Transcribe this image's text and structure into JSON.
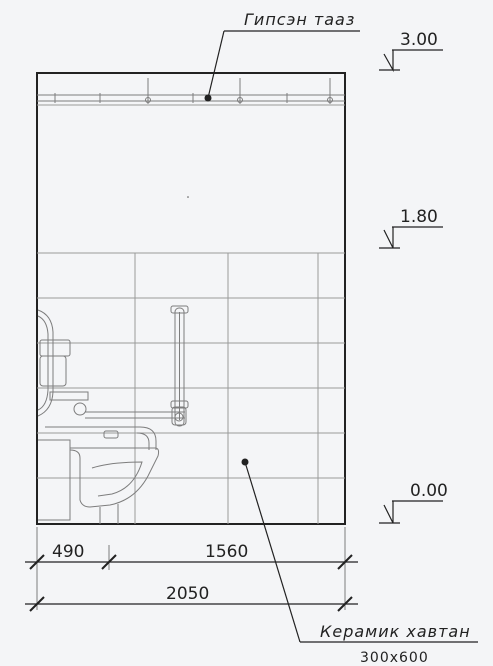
{
  "labels": {
    "ceiling_label": "Гипсэн таaз",
    "tile_label": "Керамик хавтан",
    "tile_size": "300x600"
  },
  "elevations": {
    "top": "3.00",
    "middle": "1.80",
    "bottom": "0.00"
  },
  "dimensions": {
    "left_segment": "490",
    "right_segment": "1560",
    "total": "2050"
  },
  "colors": {
    "ink": "#222222",
    "background": "#f4f5f7",
    "tile_grid": "#9a9a9a"
  }
}
